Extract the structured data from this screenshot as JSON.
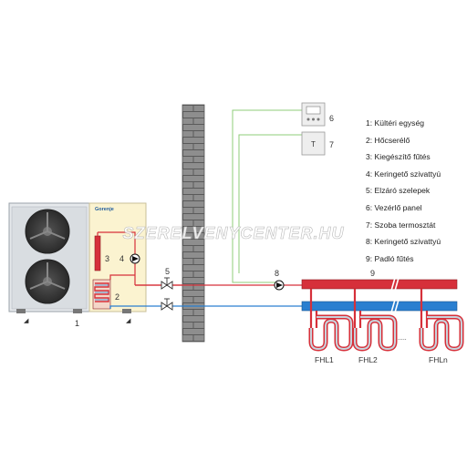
{
  "numbers": {
    "outdoor_unit": "1",
    "heat_exchanger": "2",
    "backup_heater": "3",
    "pump": "4",
    "valves": "5",
    "controller": "6",
    "thermostat": "7",
    "pump2": "8",
    "floor": "9"
  },
  "thermostat_symbol": "T",
  "brand": "Gorenje",
  "watermark": "SZERELVENYCENTER.HU",
  "loops": [
    "FHL1",
    "FHL2",
    "FHLn"
  ],
  "dots": ".....",
  "legend": [
    "1: Kültéri egység",
    "2: Hőcserélő",
    "3: Kiegészítő fűtés",
    "4: Keringető szivattyú",
    "5: Elzáró szelepek",
    "6: Vezérlő panel",
    "7: Szoba termosztát",
    "8: Keringető szivattyú",
    "9: Padló fűtés"
  ],
  "colors": {
    "hot_pipe": "#d6303a",
    "cold_pipe": "#2a7fd0",
    "indoor_panel": "#fbf3d0",
    "wall": "#8c8c8c",
    "control_line": "#8fcc7a"
  }
}
